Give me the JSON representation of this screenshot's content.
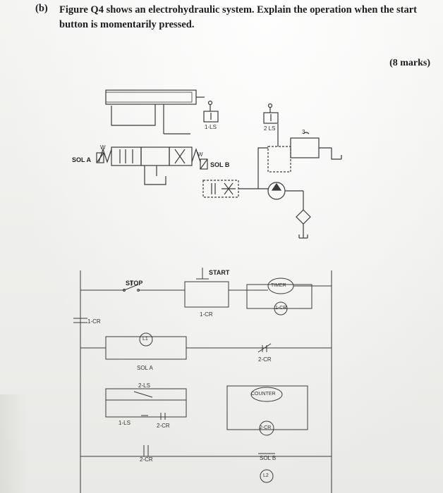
{
  "question": {
    "label": "(b)",
    "text": "Figure Q4 shows an electrohydraulic system. Explain the operation when the start button is momentarily pressed.",
    "marks": "(8 marks)"
  },
  "hydraulic": {
    "sol_a": "SOL A",
    "sol_b": "SOL B",
    "ls1": "1-LS",
    "ls2": "2 LS",
    "w_left": "W",
    "w_right": "W",
    "num3": "3"
  },
  "ladder": {
    "stop": "STOP",
    "start": "START",
    "timer": "TIMER",
    "cr1_coil": "1-CR",
    "cr1_contact": "1-CR",
    "cr1_left": "1-CR",
    "l1": "L1",
    "sol_a": "SOL A",
    "cr2_contact_nc": "2-CR",
    "ls2": "2-LS",
    "ls1": "1-LS",
    "cr2_branch": "2-CR",
    "counter": "COUNTER",
    "cr2_coil": "2-CR",
    "cr2_bottom": "2-CR",
    "sol_b": "SOL B",
    "l2": "L2"
  }
}
